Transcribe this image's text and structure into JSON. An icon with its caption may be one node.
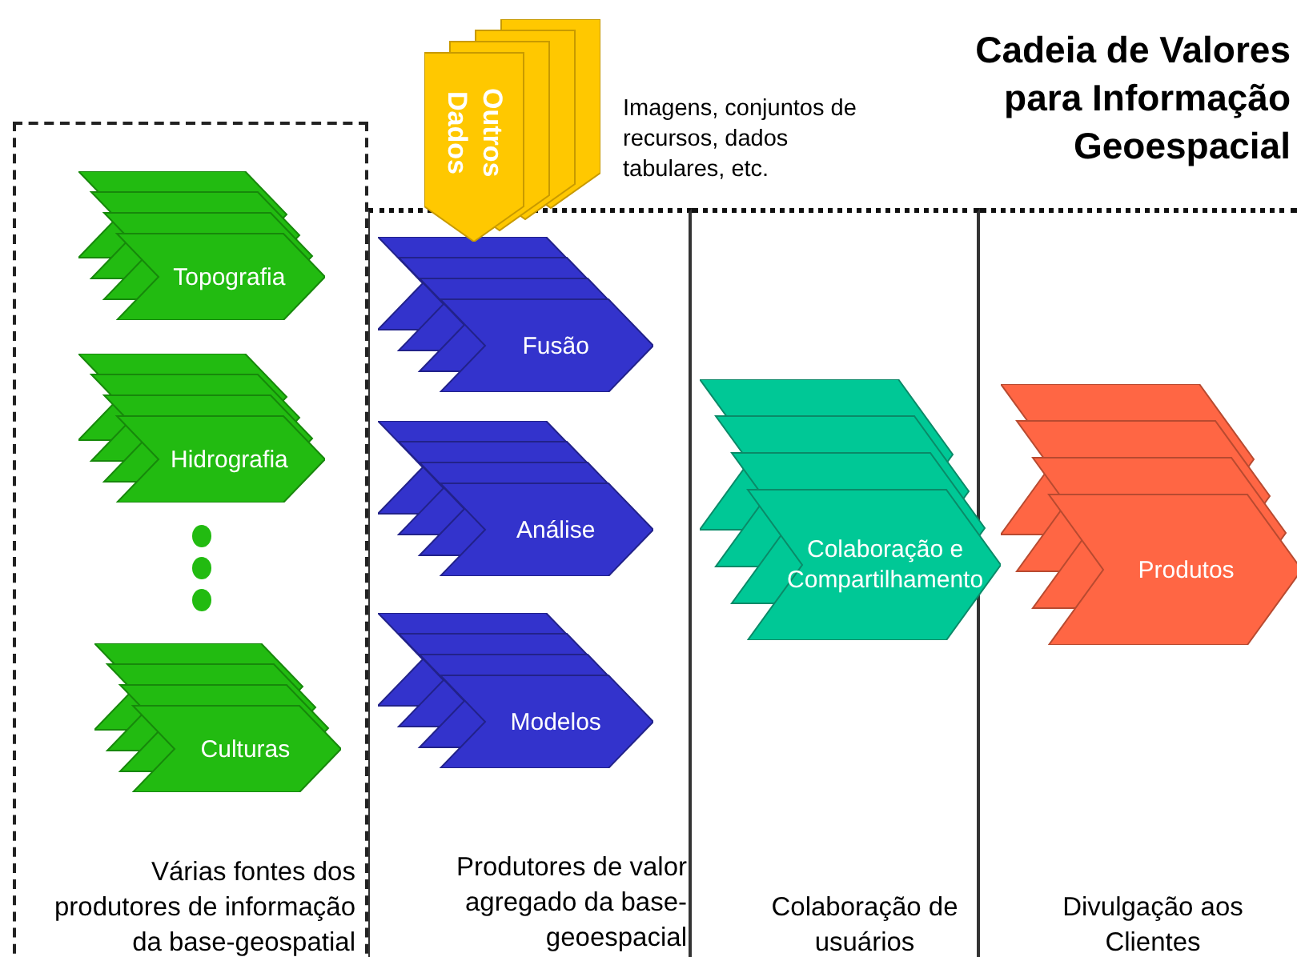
{
  "diagram": {
    "title": "Cadeia de Valores para Informação Geoespacial",
    "nodes": [
      {
        "text": [
          "Várias fontes dos produtores de informação da base-geospatial"
        ]
      },
      {
        "text": [
          "Topografia"
        ],
        "in": 0
      },
      {
        "text": [
          "Hidrografia"
        ],
        "in": 0
      },
      {
        "text": [
          "Culturas"
        ],
        "in": 0
      },
      {
        "text": [
          "Produtores de valor agregado da base-geoespacial"
        ]
      },
      {
        "text": [
          "Fusão"
        ],
        "in": 4
      },
      {
        "text": [
          "Análise"
        ],
        "in": 4
      },
      {
        "text": [
          "Modelos"
        ],
        "in": 4
      },
      {
        "text": [
          "Colaboração de usuários"
        ]
      },
      {
        "text": [
          "Colaboração e Compartilhamento"
        ]
      },
      {
        "text": [
          "Divulgação aos Clientes"
        ]
      },
      {
        "text": [
          "Produtos"
        ],
        "in": 10
      },
      {
        "text": [
          "Outros Dados"
        ],
        "beside": [
          "Imagens, conjuntos de recursos, dados tabulares, etc."
        ]
      }
    ],
    "edges": []
  }
}
